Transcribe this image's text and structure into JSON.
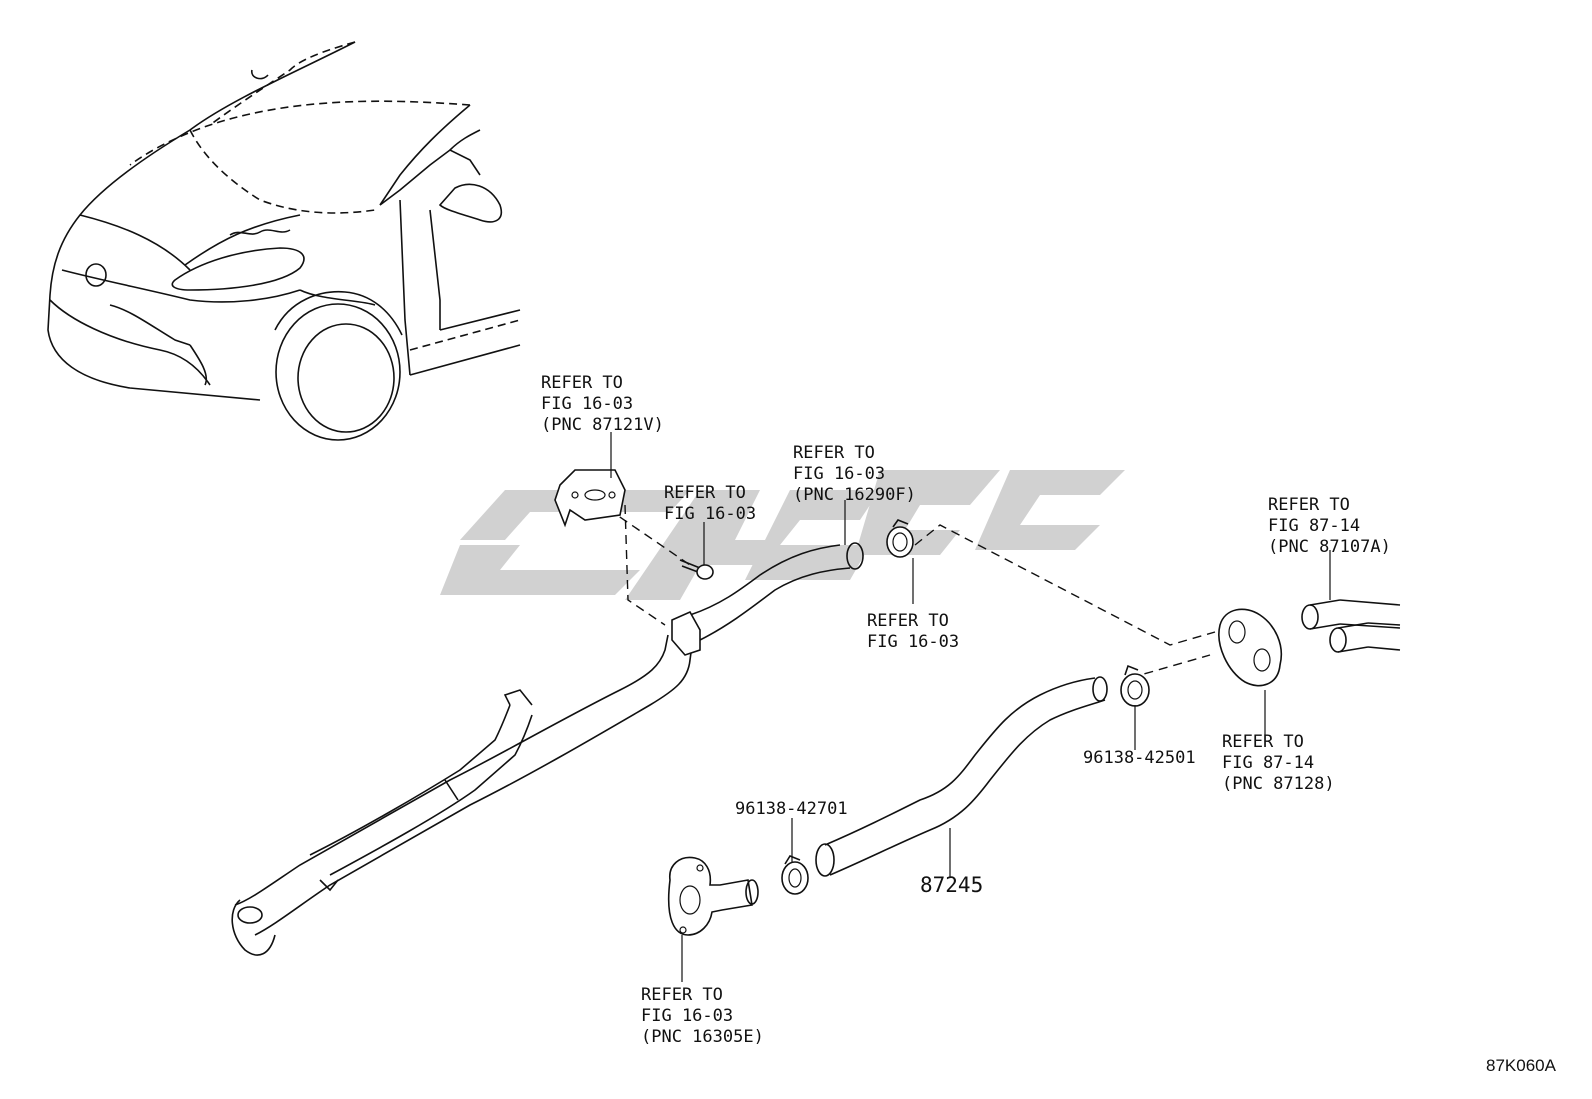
{
  "labels": {
    "bracket_ref": [
      "REFER TO",
      "FIG 16-03",
      "(PNC 87121V)"
    ],
    "bolt_ref": [
      "REFER TO",
      "FIG 16-03"
    ],
    "hose_ref": [
      "REFER TO",
      "FIG 16-03",
      "(PNC 16290F)"
    ],
    "clamp_upper_ref": [
      "REFER TO",
      "FIG 16-03"
    ],
    "pipe_ref": [
      "REFER TO",
      "FIG 87-14",
      "(PNC 87107A)"
    ],
    "grommet_ref": [
      "REFER TO",
      "FIG 87-14",
      "(PNC 87128)"
    ],
    "outlet_ref": [
      "REFER TO",
      "FIG 16-03",
      "(PNC 16305E)"
    ]
  },
  "part_numbers": {
    "clamp_right": "96138-42501",
    "clamp_left": "96138-42701",
    "hose": "87245"
  },
  "figure_code": "87K060A"
}
